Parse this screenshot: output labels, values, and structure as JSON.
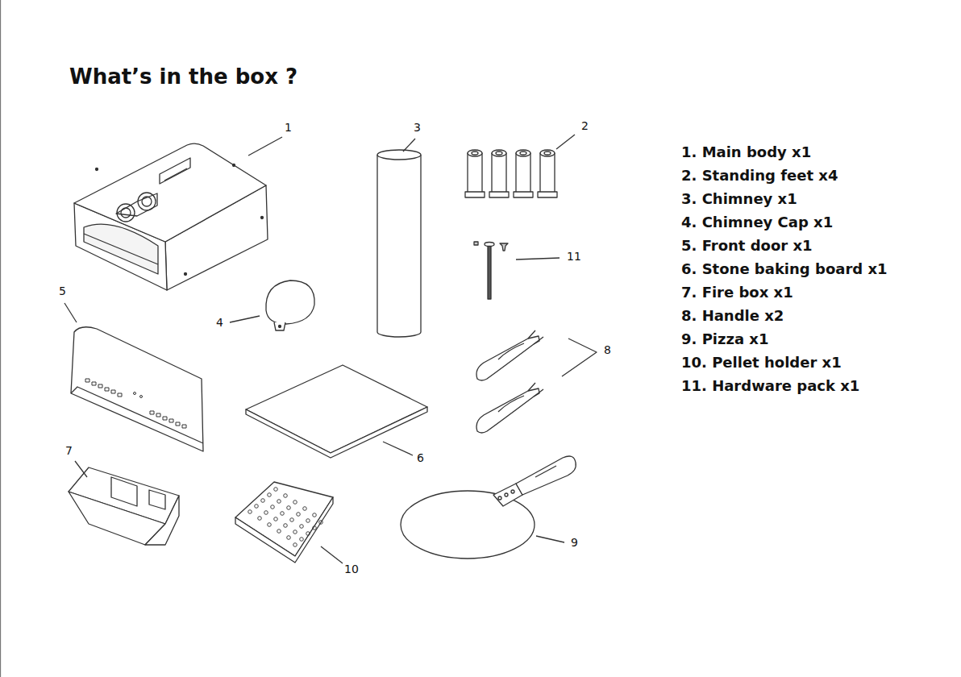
{
  "diagram": {
    "title": "What’s in the box ?",
    "labels": [
      "1",
      "3",
      "2",
      "11",
      "5",
      "4",
      "8",
      "6",
      "7",
      "9",
      "10",
      "1. Main body x1",
      "2. Standing feet x4",
      "3. Chimney x1",
      "4. Chimney Cap x1",
      "5. Front door x1",
      "6. Stone baking board x1",
      "7. Fire box x1",
      "8. Handle x2",
      "9. Pizza x1",
      "10. Pellet holder x1",
      "11. Hardware pack x1"
    ]
  }
}
